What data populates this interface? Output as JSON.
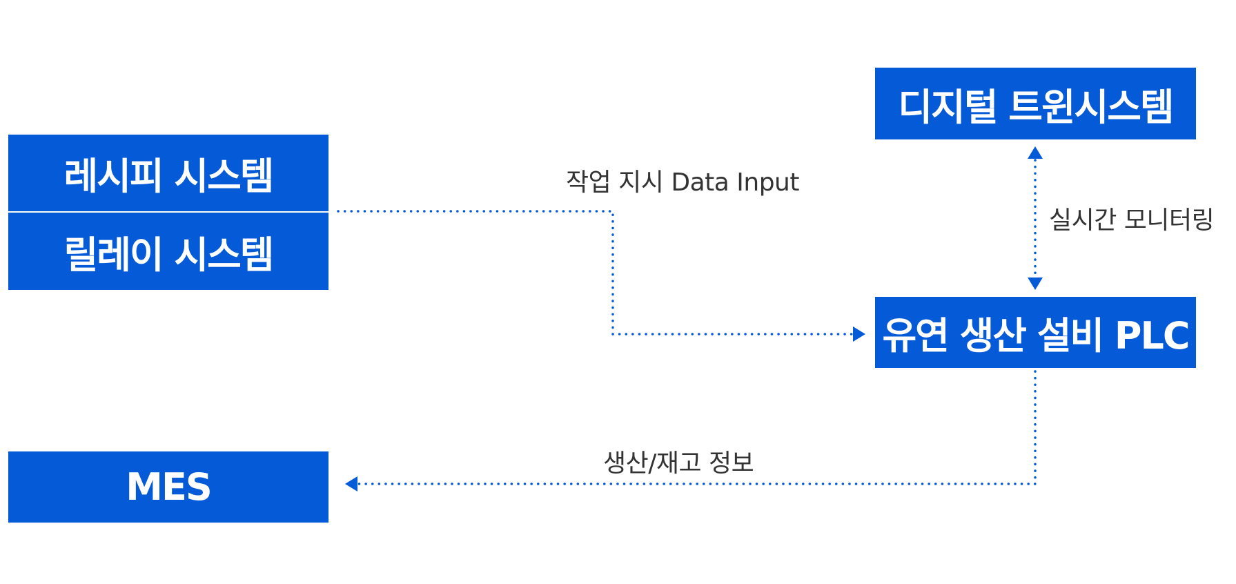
{
  "colors": {
    "box_fill": "#055bd7",
    "box_text": "#ffffff",
    "connector": "#055bd7",
    "label_text": "#333333"
  },
  "nodes": {
    "recipe_system": "레시피 시스템",
    "relay_system": "릴레이 시스템",
    "mes": "MES",
    "digital_twin": "디지털 트윈시스템",
    "plc": "유연 생산 설비 PLC"
  },
  "edges": {
    "work_instruction": "작업 지시 Data Input",
    "realtime_monitoring": "실시간 모니터링",
    "production_inventory": "생산/재고 정보"
  }
}
